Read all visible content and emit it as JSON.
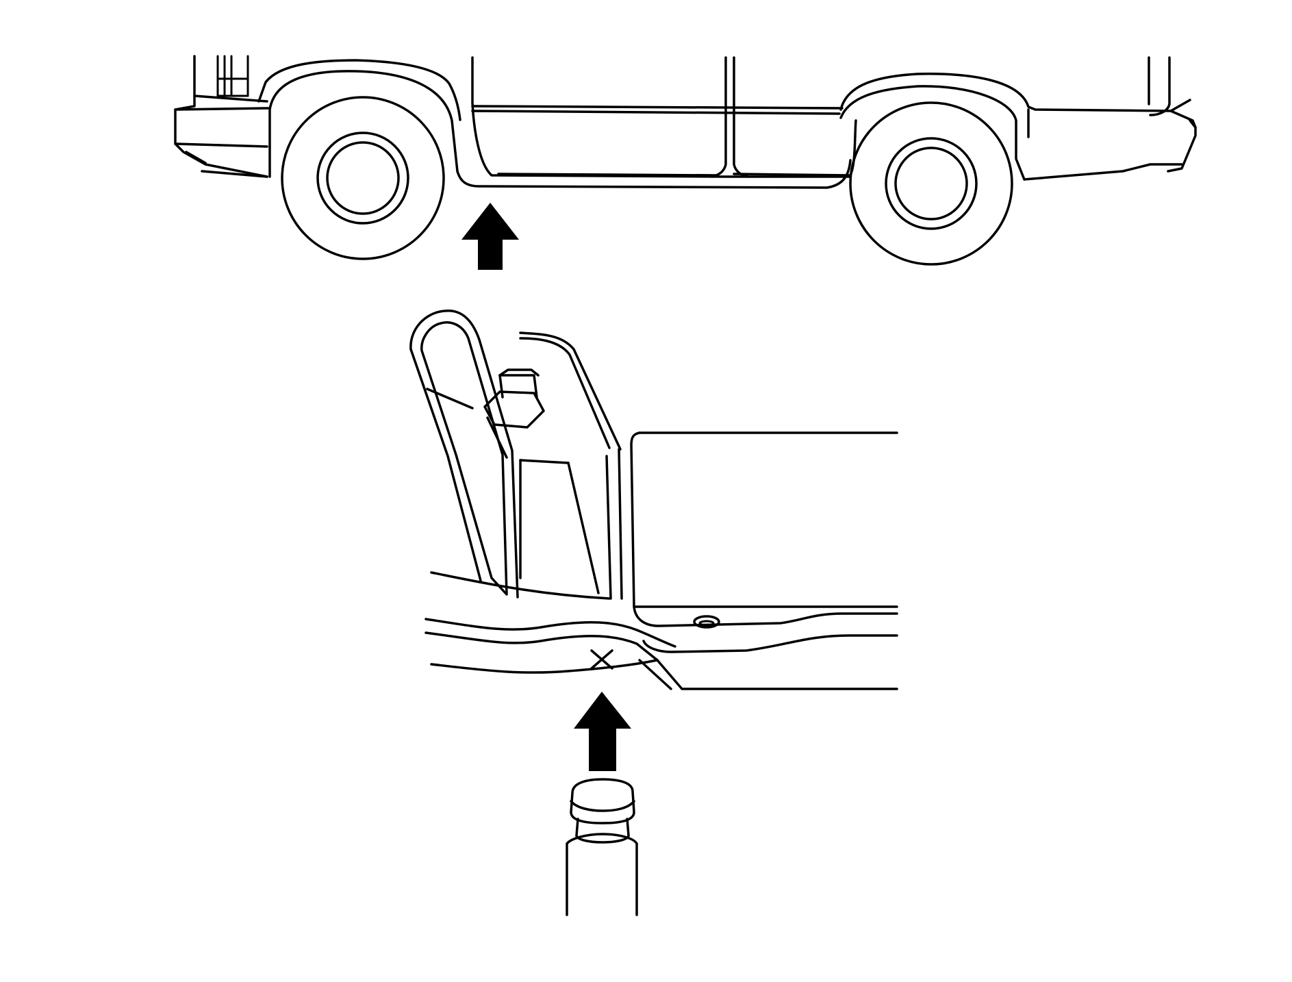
{
  "diagram": {
    "type": "vehicle-lift-point-illustration",
    "colors": {
      "line": "#000000",
      "background": "#ffffff"
    },
    "views": [
      {
        "id": "side-view",
        "subject": "truck-side",
        "has_arrow": true
      },
      {
        "id": "detail-view",
        "subject": "frame-rail-lift-point",
        "has_arrow": true,
        "has_lift-pad": true
      }
    ],
    "marks": {
      "lift_point_marker": "x"
    }
  }
}
